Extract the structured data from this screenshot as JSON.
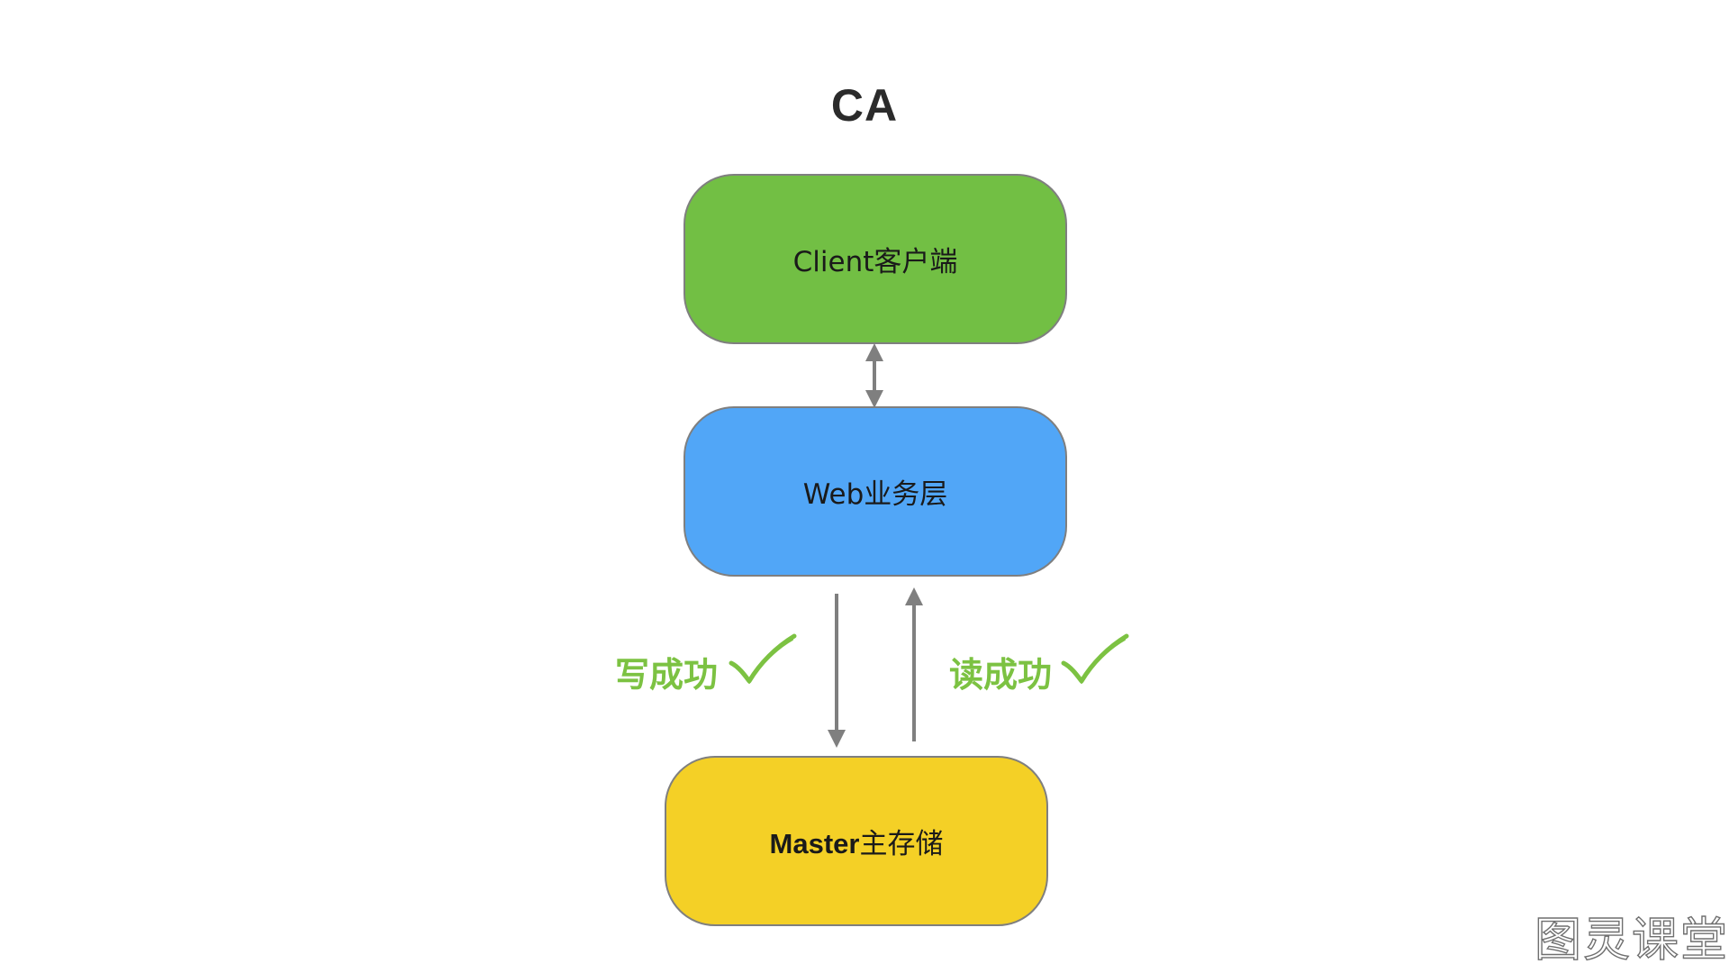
{
  "diagram": {
    "title": "CA",
    "nodes": {
      "client": {
        "label": "Client客户端",
        "fill": "#72bf44"
      },
      "web": {
        "label": "Web业务层",
        "fill": "#51a6f7"
      },
      "master": {
        "label_bold": "Master",
        "label_rest": "主存储",
        "fill": "#f4d026"
      }
    },
    "edges": [
      {
        "from": "client",
        "to": "web",
        "direction": "bidirectional"
      },
      {
        "from": "web",
        "to": "master",
        "direction": "down"
      },
      {
        "from": "master",
        "to": "web",
        "direction": "up"
      }
    ],
    "status": {
      "write_label": "写成功",
      "read_label": "读成功",
      "write_icon": "checkmark-icon",
      "read_icon": "checkmark-icon",
      "color": "#7cc242"
    },
    "arrow_color": "#7f7f7f",
    "watermark": "图灵课堂"
  }
}
